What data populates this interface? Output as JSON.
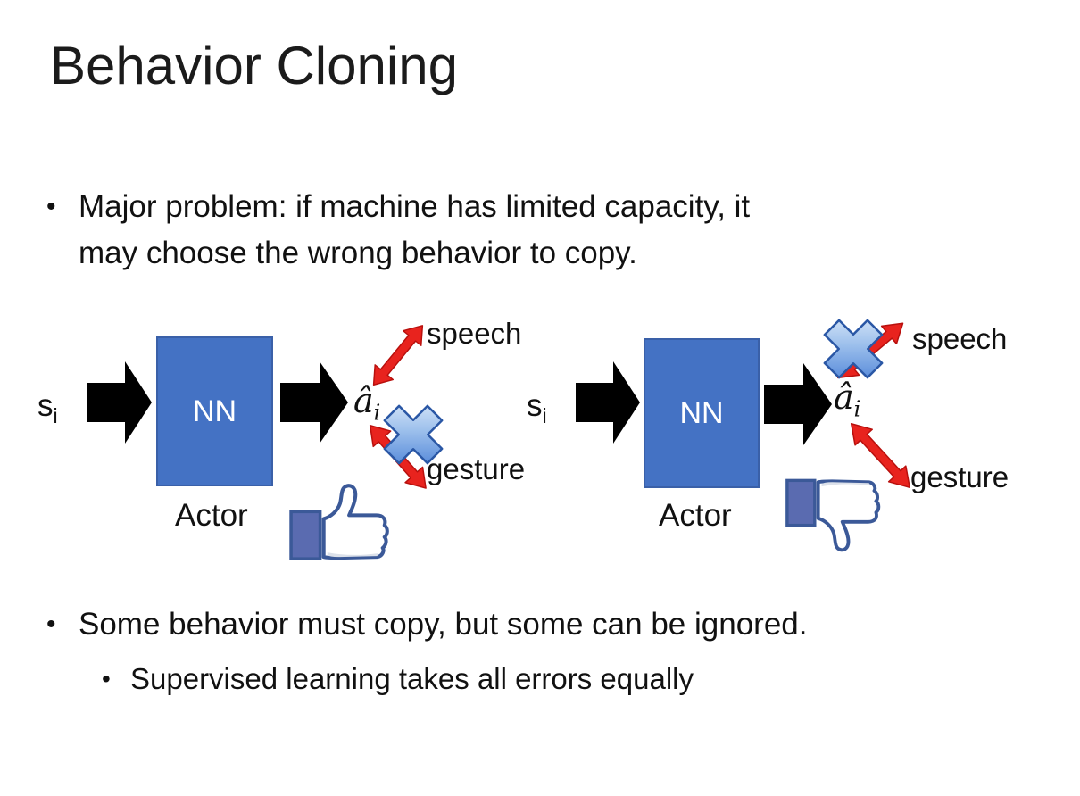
{
  "slide": {
    "title": "Behavior Cloning",
    "bullets": {
      "marker": "•",
      "main1_line1": "Major problem: if machine has limited capacity, it",
      "main1_line2": "may choose the wrong behavior to copy.",
      "main2": "Some behavior must copy, but some can be ignored.",
      "sub2": "Supervised learning takes all errors equally"
    }
  },
  "diagrams": [
    {
      "name": "left-example-behavior-kept",
      "input": {
        "base": "s",
        "sub": "i"
      },
      "network_label": "NN",
      "network_caption": "Actor",
      "output": {
        "base": "â",
        "sub": "i"
      },
      "branches": {
        "top": "speech",
        "bottom": "gesture"
      },
      "crossed_out": "gesture",
      "feedback_icon": "thumbs-up-icon"
    },
    {
      "name": "right-example-behavior-wrong",
      "input": {
        "base": "s",
        "sub": "i"
      },
      "network_label": "NN",
      "network_caption": "Actor",
      "output": {
        "base": "â",
        "sub": "i"
      },
      "branches": {
        "top": "speech",
        "bottom": "gesture"
      },
      "crossed_out": "speech",
      "feedback_icon": "thumbs-down-icon"
    }
  ],
  "colors": {
    "box_fill": "#4472C4",
    "box_border": "#3A60A8",
    "arrow_black": "#000000",
    "branch_red": "#E8231E",
    "branch_red_dark": "#B8100D",
    "cross_blue": "#3F78D4",
    "cross_blue_light": "#DCEAF8",
    "cross_border": "#2A57A5",
    "thumb_outline": "#3B5998",
    "thumb_cuff": "#5A6BB0",
    "thumb_shade": "#DCE1EA"
  }
}
